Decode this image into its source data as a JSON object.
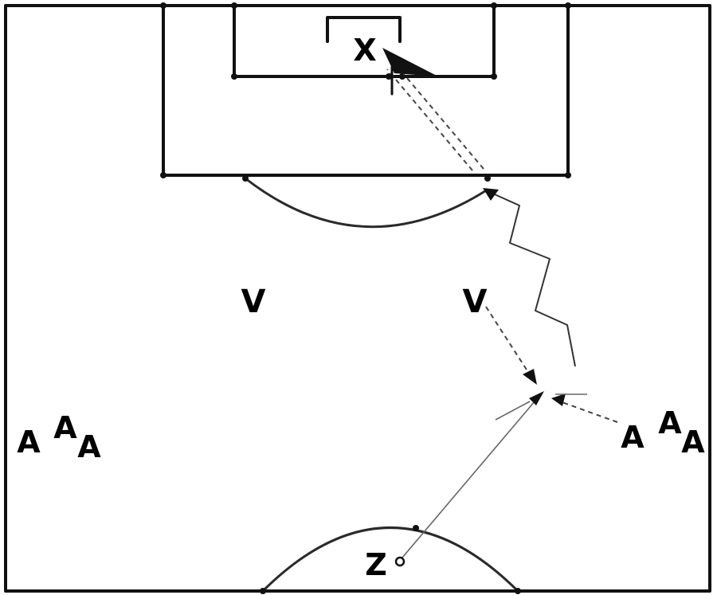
{
  "players": {
    "goalkeeper": "X",
    "defender_left": "V",
    "defender_right": "V",
    "attacker_left_1": "A",
    "attacker_left_2": "A",
    "attacker_left_3": "A",
    "attacker_right_1": "A",
    "attacker_right_2": "A",
    "attacker_right_3": "A",
    "server": "Z"
  }
}
